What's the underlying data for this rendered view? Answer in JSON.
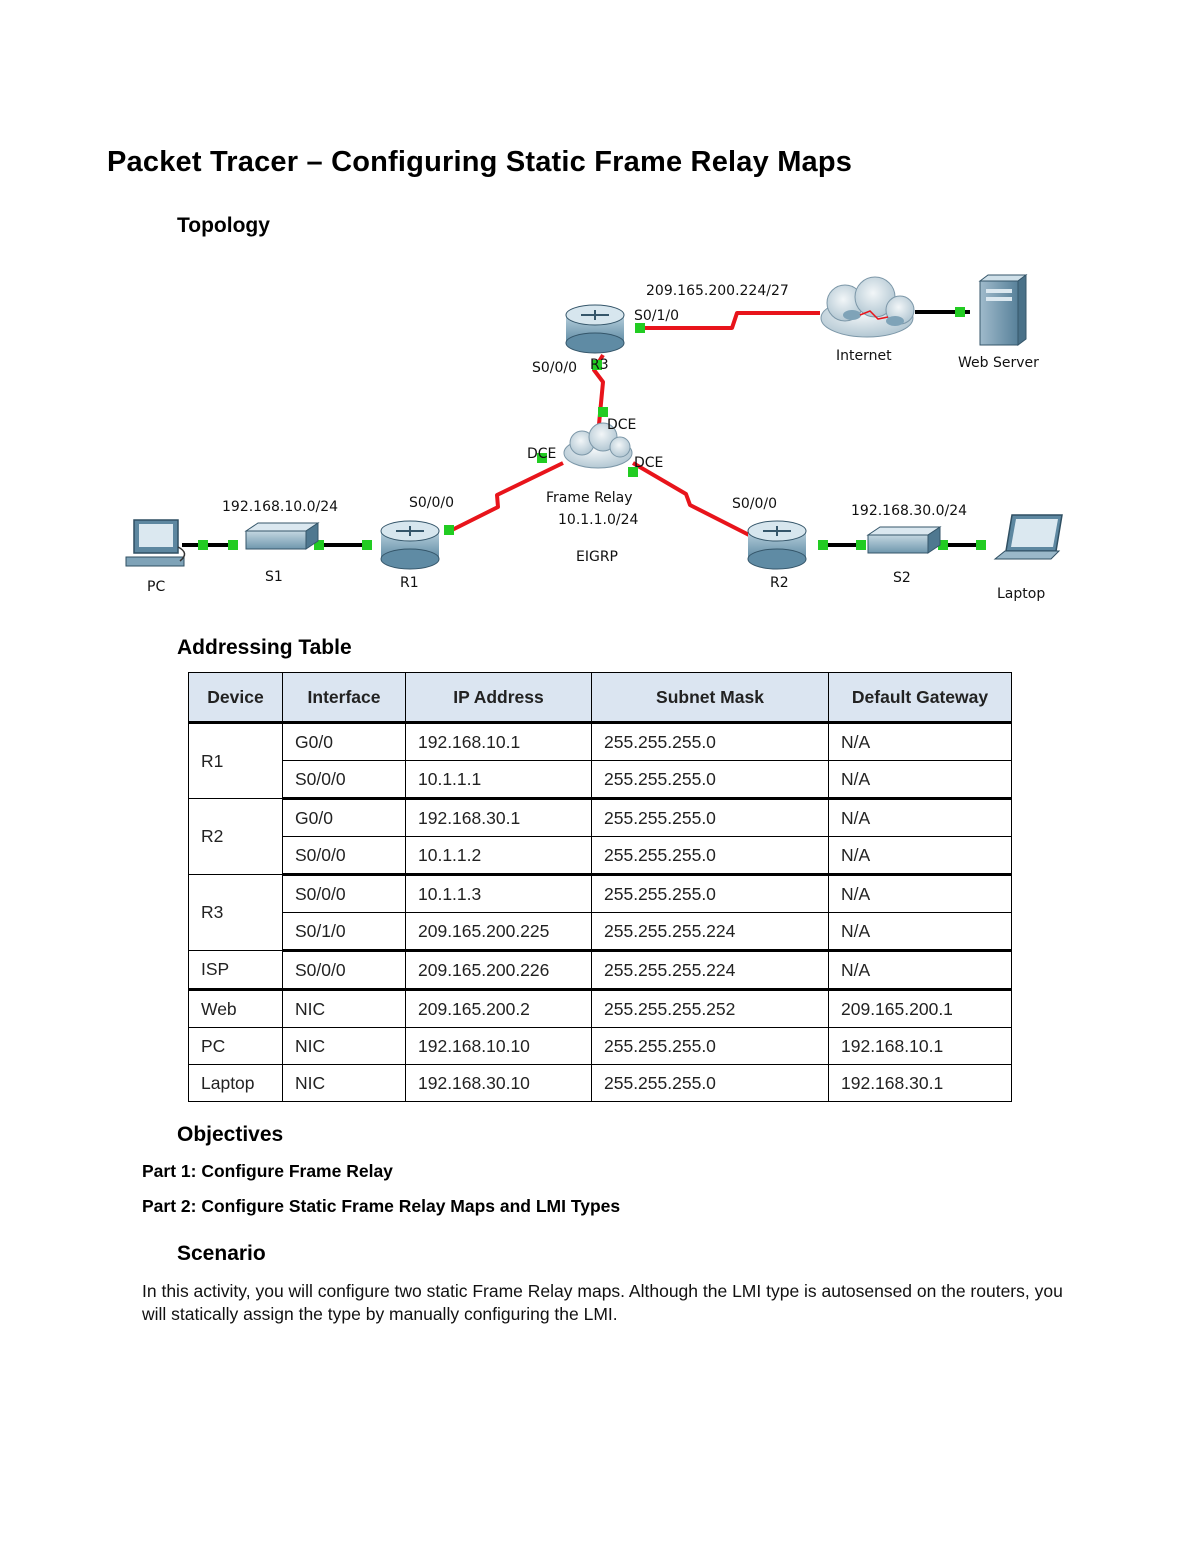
{
  "title": "Packet Tracer – Configuring Static Frame Relay Maps",
  "sections": {
    "topology": "Topology",
    "addressing": "Addressing Table",
    "objectives": "Objectives",
    "scenario": "Scenario"
  },
  "topology": {
    "devices": {
      "pc": "PC",
      "s1": "S1",
      "r1": "R1",
      "r2": "R2",
      "s2": "S2",
      "laptop": "Laptop",
      "r3": "R3",
      "internet": "Internet",
      "web_server": "Web Server",
      "frame_relay": "Frame Relay"
    },
    "networks": {
      "lan1": "192.168.10.0/24",
      "lan2": "192.168.30.0/24",
      "wan": "209.165.200.224/27",
      "frame_relay_net": "10.1.1.0/24",
      "routing": "EIGRP"
    },
    "interfaces": {
      "r1_serial": "S0/0/0",
      "r2_serial": "S0/0/0",
      "r3_serial": "S0/0/0",
      "r3_wan": "S0/1/0",
      "dce_top": "DCE",
      "dce_left": "DCE",
      "dce_right": "DCE"
    },
    "colors": {
      "link": "#000000",
      "serial": "#e8141b",
      "port": "#22cc22"
    }
  },
  "table": {
    "headers": [
      "Device",
      "Interface",
      "IP Address",
      "Subnet Mask",
      "Default Gateway"
    ],
    "groups": [
      {
        "device": "R1",
        "rows": [
          {
            "interface": "G0/0",
            "ip": "192.168.10.1",
            "mask": "255.255.255.0",
            "gateway": "N/A"
          },
          {
            "interface": "S0/0/0",
            "ip": "10.1.1.1",
            "mask": "255.255.255.0",
            "gateway": "N/A"
          }
        ]
      },
      {
        "device": "R2",
        "rows": [
          {
            "interface": "G0/0",
            "ip": "192.168.30.1",
            "mask": "255.255.255.0",
            "gateway": "N/A"
          },
          {
            "interface": "S0/0/0",
            "ip": "10.1.1.2",
            "mask": "255.255.255.0",
            "gateway": "N/A"
          }
        ]
      },
      {
        "device": "R3",
        "rows": [
          {
            "interface": "S0/0/0",
            "ip": "10.1.1.3",
            "mask": "255.255.255.0",
            "gateway": "N/A"
          },
          {
            "interface": "S0/1/0",
            "ip": "209.165.200.225",
            "mask": "255.255.255.224",
            "gateway": "N/A"
          }
        ]
      },
      {
        "device": "ISP",
        "rows": [
          {
            "interface": "S0/0/0",
            "ip": "209.165.200.226",
            "mask": "255.255.255.224",
            "gateway": "N/A"
          }
        ]
      },
      {
        "device": "Web",
        "rows": [
          {
            "interface": "NIC",
            "ip": "209.165.200.2",
            "mask": "255.255.255.252",
            "gateway": "209.165.200.1"
          }
        ]
      },
      {
        "device": "PC",
        "rows": [
          {
            "interface": "NIC",
            "ip": "192.168.10.10",
            "mask": "255.255.255.0",
            "gateway": "192.168.10.1"
          }
        ]
      },
      {
        "device": "Laptop",
        "rows": [
          {
            "interface": "NIC",
            "ip": "192.168.30.10",
            "mask": "255.255.255.0",
            "gateway": "192.168.30.1"
          }
        ]
      }
    ]
  },
  "objectives": [
    "Part 1: Configure Frame Relay",
    "Part 2: Configure Static Frame Relay Maps and LMI Types"
  ],
  "scenario_text": "In this activity, you will configure two static Frame Relay maps. Although the LMI type is autosensed on the routers, you will statically assign the type by manually configuring the LMI."
}
